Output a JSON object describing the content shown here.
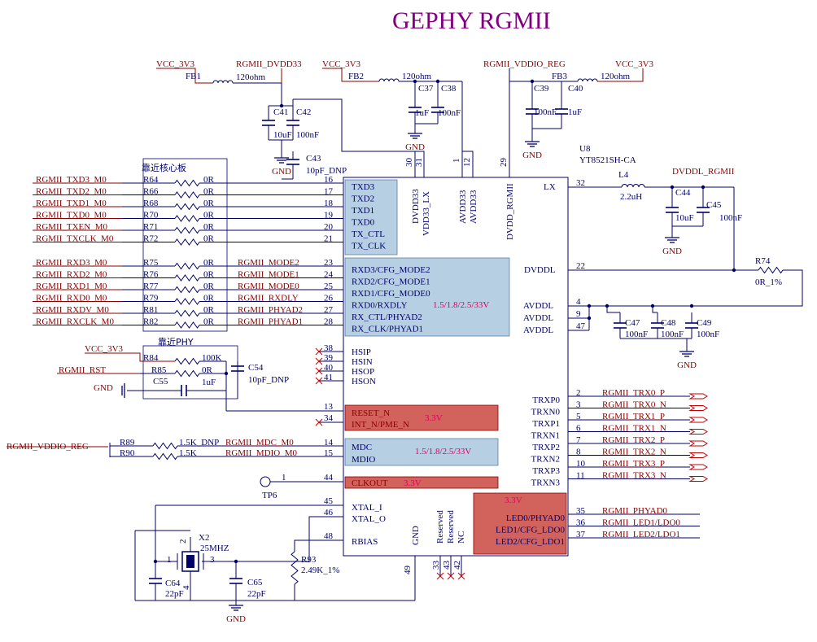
{
  "title": "GEPHY RGMII",
  "chip": {
    "ref": "U8",
    "part": "YT8521SH-CA"
  },
  "frames": {
    "near_core": "靠近核心板",
    "near_phy": "靠近PHY"
  },
  "power_nets": {
    "vcc": "VCC_3V3",
    "dvdd33": "RGMII_DVDD33",
    "vddio": "RGMII_VDDIO_REG",
    "dvddl": "DVDDL_RGMII",
    "gnd": "GND",
    "rst": "RGMII_RST"
  },
  "ferrites": [
    {
      "ref": "FB1",
      "value": "120ohm"
    },
    {
      "ref": "FB2",
      "value": "120ohm"
    },
    {
      "ref": "FB3",
      "value": "120ohm"
    }
  ],
  "inductor": {
    "ref": "L4",
    "value": "2.2uH"
  },
  "capacitors": [
    {
      "ref": "C41",
      "value": "10uF"
    },
    {
      "ref": "C42",
      "value": "100nF"
    },
    {
      "ref": "C43",
      "value": "10pF_DNP"
    },
    {
      "ref": "C37",
      "value": "1uF"
    },
    {
      "ref": "C38",
      "value": "100nF"
    },
    {
      "ref": "C39",
      "value": "100nF"
    },
    {
      "ref": "C40",
      "value": "1uF"
    },
    {
      "ref": "C44",
      "value": "10uF"
    },
    {
      "ref": "C45",
      "value": "100nF"
    },
    {
      "ref": "C47",
      "value": "100nF"
    },
    {
      "ref": "C48",
      "value": "100nF"
    },
    {
      "ref": "C49",
      "value": "100nF"
    },
    {
      "ref": "C54",
      "value": "10pF_DNP"
    },
    {
      "ref": "C55",
      "value": "1uF"
    },
    {
      "ref": "C64",
      "value": "22pF"
    },
    {
      "ref": "C65",
      "value": "22pF"
    }
  ],
  "tx_nets": [
    {
      "net": "RGMII_TXD3_M0",
      "ref": "R64",
      "value": "0R",
      "pin": "16",
      "name": "TXD3"
    },
    {
      "net": "RGMII_TXD2_M0",
      "ref": "R66",
      "value": "0R",
      "pin": "17",
      "name": "TXD2"
    },
    {
      "net": "RGMII_TXD1_M0",
      "ref": "R68",
      "value": "0R",
      "pin": "18",
      "name": "TXD1"
    },
    {
      "net": "RGMII_TXD0_M0",
      "ref": "R70",
      "value": "0R",
      "pin": "19",
      "name": "TXD0"
    },
    {
      "net": "RGMII_TXEN_M0",
      "ref": "R71",
      "value": "0R",
      "pin": "20",
      "name": "TX_CTL"
    },
    {
      "net": "RGMII_TXCLK_M0",
      "ref": "R72",
      "value": "0R",
      "pin": "21",
      "name": "TX_CLK"
    }
  ],
  "rx_nets": [
    {
      "net": "RGMII_RXD3_M0",
      "ref": "R75",
      "value": "0R",
      "label": "RGMII_MODE2",
      "pin": "23",
      "name": "RXD3/CFG_MODE2"
    },
    {
      "net": "RGMII_RXD2_M0",
      "ref": "R76",
      "value": "0R",
      "label": "RGMII_MODE1",
      "pin": "24",
      "name": "RXD2/CFG_MODE1"
    },
    {
      "net": "RGMII_RXD1_M0",
      "ref": "R77",
      "value": "0R",
      "label": "RGMII_MODE0",
      "pin": "25",
      "name": "RXD1/CFG_MODE0"
    },
    {
      "net": "RGMII_RXD0_M0",
      "ref": "R79",
      "value": "0R",
      "label": "RGMII_RXDLY",
      "pin": "26",
      "name": "RXD0/RXDLY"
    },
    {
      "net": "RGMII_RXDV_M0",
      "ref": "R81",
      "value": "0R",
      "label": "RGMII_PHYAD2",
      "pin": "27",
      "name": "RX_CTL/PHYAD2"
    },
    {
      "net": "RGMII_RXCLK_M0",
      "ref": "R82",
      "value": "0R",
      "label": "RGMII_PHYAD1",
      "pin": "28",
      "name": "RX_CLK/PHYAD1"
    }
  ],
  "rx_voltage_note": "1.5/1.8/2.5/33V",
  "hsi_pins": [
    {
      "pin": "38",
      "name": "HSIP"
    },
    {
      "pin": "39",
      "name": "HSIN"
    },
    {
      "pin": "40",
      "name": "HSOP"
    },
    {
      "pin": "41",
      "name": "HSON"
    }
  ],
  "reset": {
    "r84": {
      "ref": "R84",
      "value": "100K"
    },
    "r85": {
      "ref": "R85",
      "value": "0R"
    },
    "pins": [
      {
        "pin": "13",
        "name": "RESET_N"
      },
      {
        "pin": "34",
        "name": "INT_N/PME_N"
      }
    ],
    "note": "3.3V"
  },
  "mdio": {
    "r89": {
      "ref": "R89",
      "value": "1.5K_DNP"
    },
    "r90": {
      "ref": "R90",
      "value": "1.5K"
    },
    "mdc_net": "RGMII_MDC_M0",
    "mdio_net": "RGMII_MDIO_M0",
    "pins": [
      {
        "pin": "14",
        "name": "MDC"
      },
      {
        "pin": "15",
        "name": "MDIO"
      }
    ],
    "note": "1.5/1.8/2.5/33V"
  },
  "clkout": {
    "pin_tp": "1",
    "tp": "TP6",
    "pin": "44",
    "name": "CLKOUT",
    "note": "3.3V"
  },
  "xtal": {
    "ref": "X2",
    "value": "25MHZ",
    "pins": [
      {
        "pin": "45",
        "name": "XTAL_I"
      },
      {
        "pin": "46",
        "name": "XTAL_O"
      }
    ],
    "pin_numbers": [
      "1",
      "2",
      "3",
      "4"
    ]
  },
  "rbias": {
    "pin": "48",
    "name": "RBIAS",
    "ref": "R93",
    "value": "2.49K_1%"
  },
  "bottom_pins": [
    {
      "pin": "49",
      "name": "GND"
    },
    {
      "pin": "33",
      "name": "Reserved"
    },
    {
      "pin": "43",
      "name": "Reserved"
    },
    {
      "pin": "42",
      "name": "NC"
    }
  ],
  "top_pins": [
    {
      "pin": "30",
      "name": "DVDD33"
    },
    {
      "pin": "31",
      "name": "VDD33_LX"
    },
    {
      "pin": "1",
      "name": "AVDD33"
    },
    {
      "pin": "12",
      "name": "AVDD33"
    },
    {
      "pin": "29",
      "name": "DVDD_RGMII"
    }
  ],
  "right_pins": {
    "lx": {
      "pin": "32",
      "name": "LX"
    },
    "dvddl": {
      "pin": "22",
      "name": "DVDDL"
    },
    "avddl": [
      {
        "pin": "4",
        "name": "AVDDL"
      },
      {
        "pin": "9",
        "name": "AVDDL"
      },
      {
        "pin": "47",
        "name": "AVDDL"
      }
    ],
    "r74": {
      "ref": "R74",
      "value": "0R_1%"
    }
  },
  "trx": [
    {
      "pin": "2",
      "name": "TRXP0",
      "net": "RGMII_TRX0_P"
    },
    {
      "pin": "3",
      "name": "TRXN0",
      "net": "RGMII_TRX0_N"
    },
    {
      "pin": "5",
      "name": "TRXP1",
      "net": "RGMII_TRX1_P"
    },
    {
      "pin": "6",
      "name": "TRXN1",
      "net": "RGMII_TRX1_N"
    },
    {
      "pin": "7",
      "name": "TRXP2",
      "net": "RGMII_TRX2_P"
    },
    {
      "pin": "8",
      "name": "TRXN2",
      "net": "RGMII_TRX2_N"
    },
    {
      "pin": "10",
      "name": "TRXP3",
      "net": "RGMII_TRX3_P"
    },
    {
      "pin": "11",
      "name": "TRXN3",
      "net": "RGMII_TRX3_N"
    }
  ],
  "leds": {
    "note": "3.3V",
    "pins": [
      {
        "pin": "35",
        "name": "LED0/PHYAD0",
        "net": "RGMII_PHYAD0"
      },
      {
        "pin": "36",
        "name": "LED1/CFG_LDO0",
        "net": "RGMII_LED1/LDO0"
      },
      {
        "pin": "37",
        "name": "LED2/CFG_LDO1",
        "net": "RGMII_LED2/LDO1"
      }
    ]
  }
}
